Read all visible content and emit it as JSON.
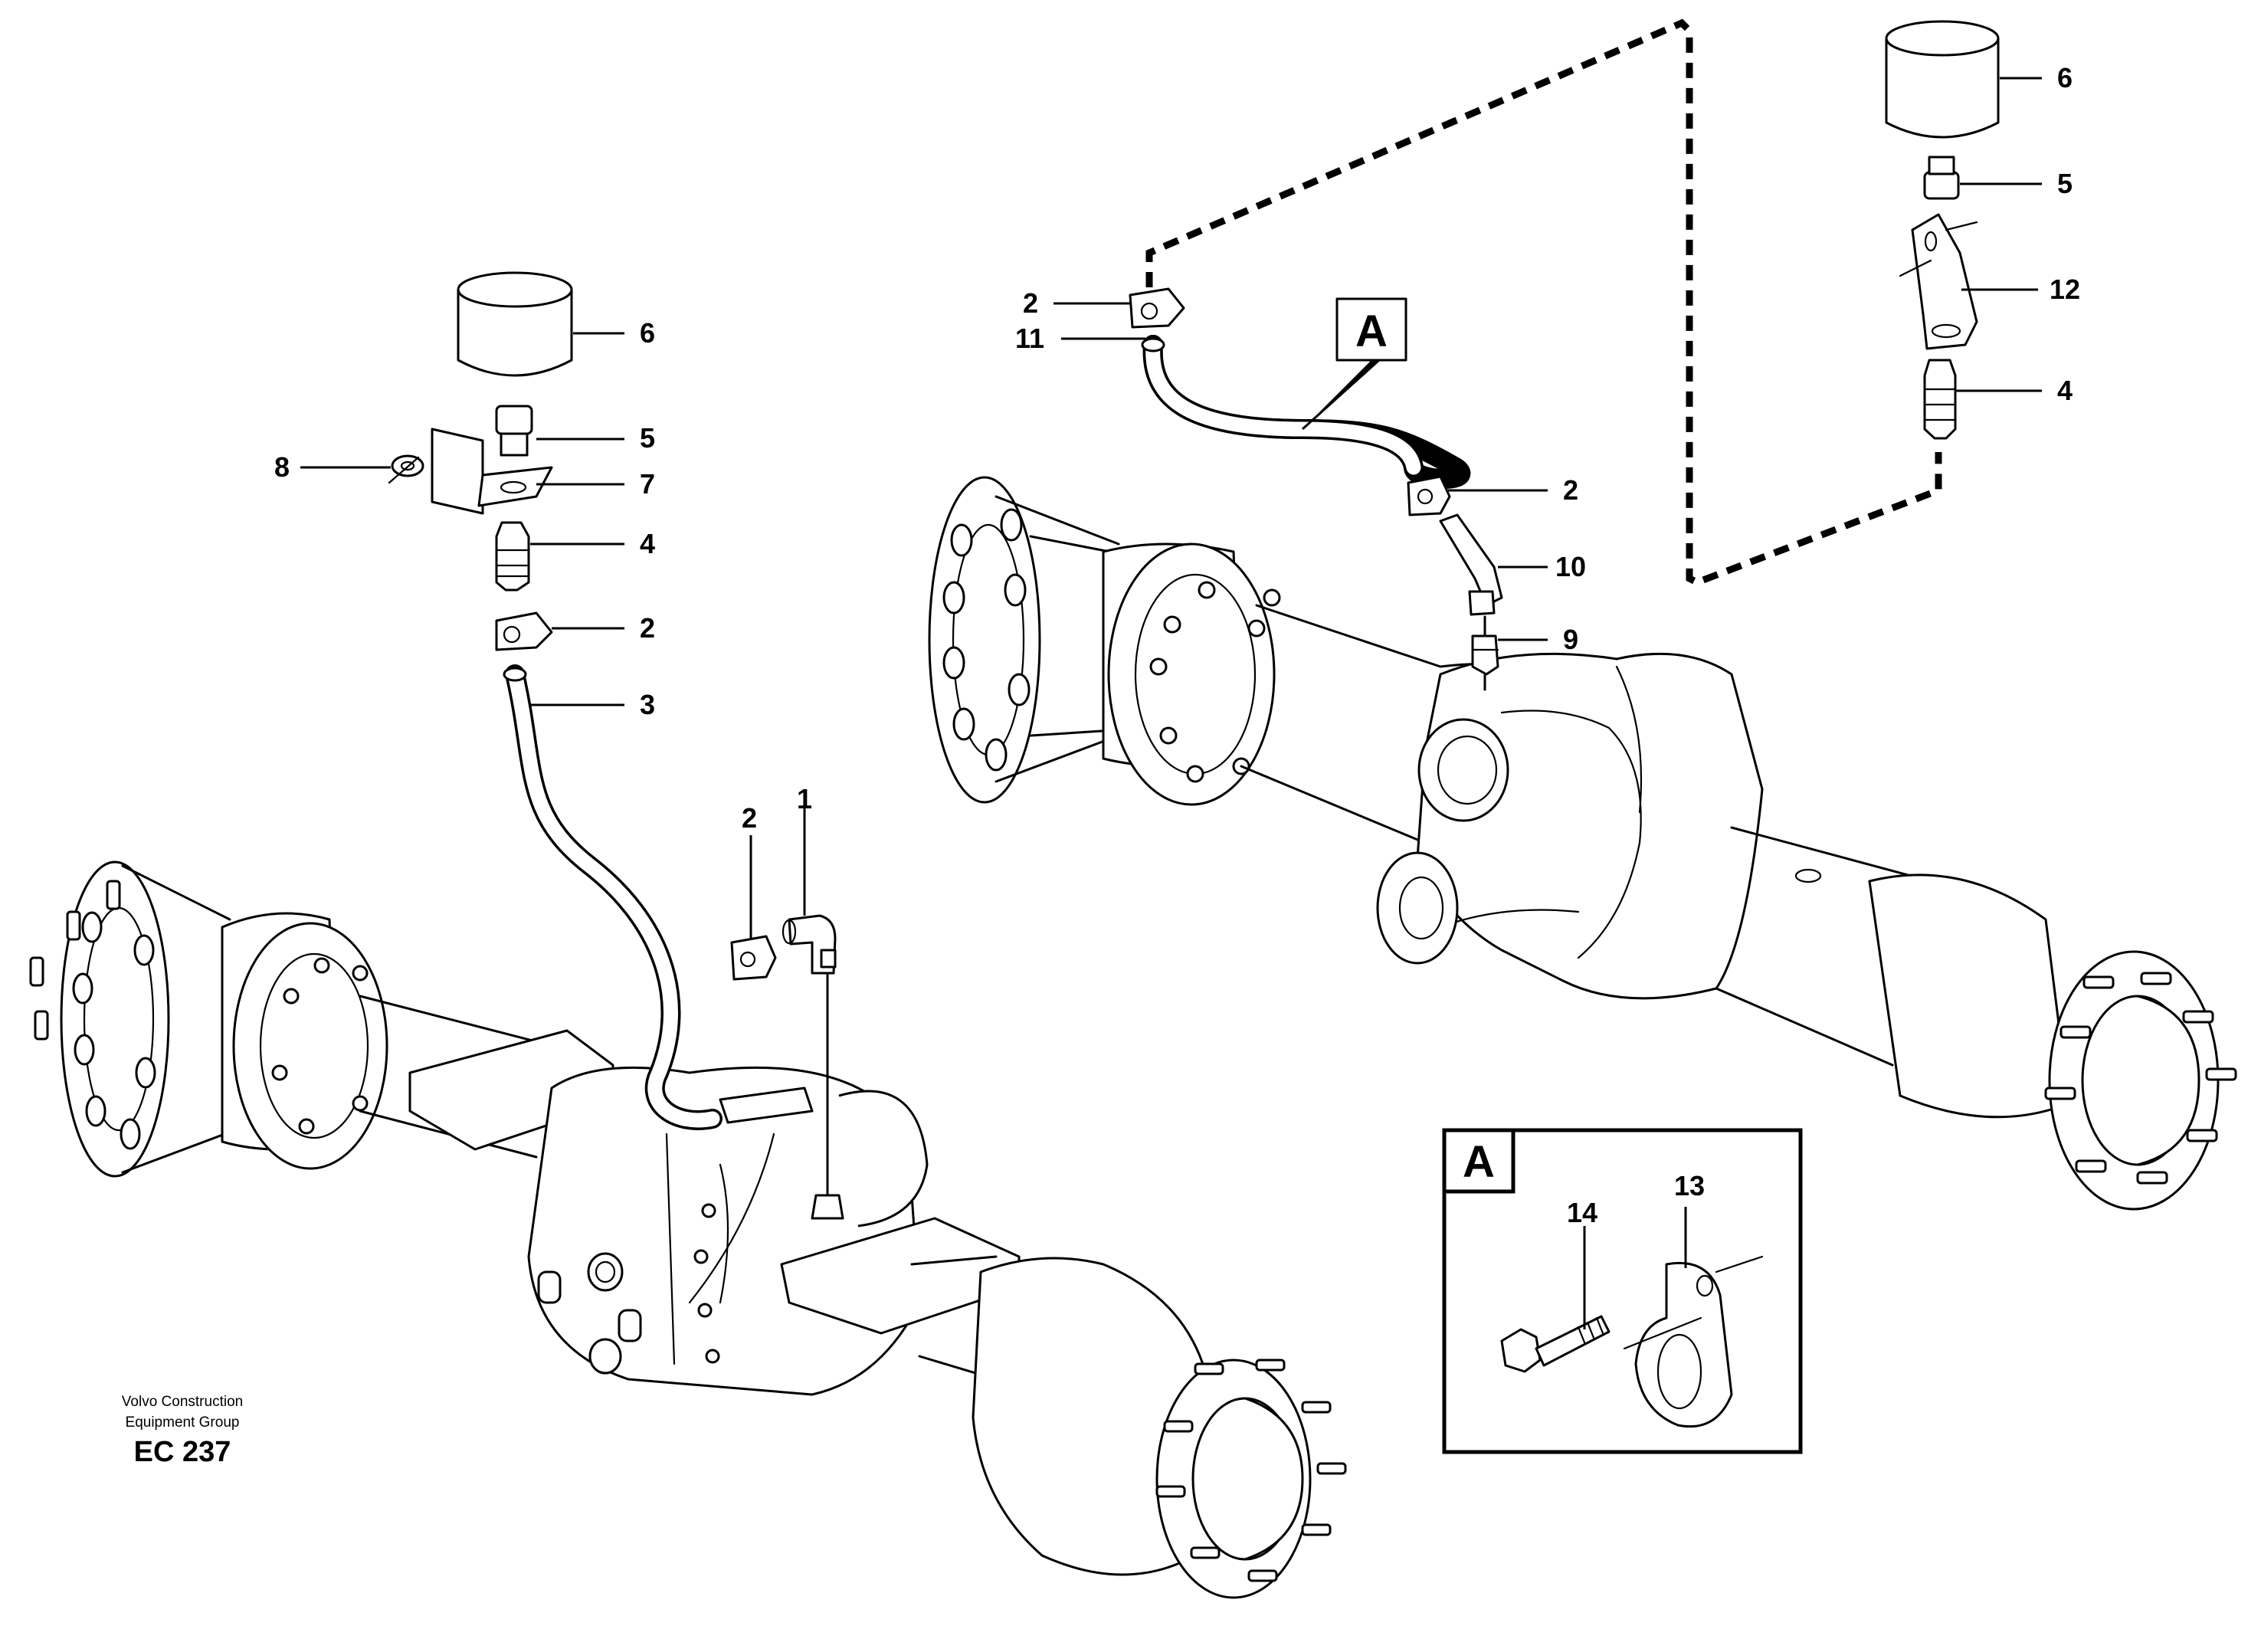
{
  "diagram": {
    "footer": {
      "company_line1": "Volvo Construction",
      "company_line2": "Equipment Group",
      "code": "EC 237"
    },
    "reference_label": "A",
    "detail_box": {
      "label": "A",
      "callouts": [
        "14",
        "13"
      ]
    },
    "left_assembly": {
      "callouts": [
        "6",
        "5",
        "8",
        "7",
        "4",
        "2",
        "3",
        "2",
        "1"
      ]
    },
    "right_assembly": {
      "callouts": [
        "2",
        "11",
        "2",
        "10",
        "9",
        "6",
        "5",
        "12",
        "4"
      ]
    }
  }
}
